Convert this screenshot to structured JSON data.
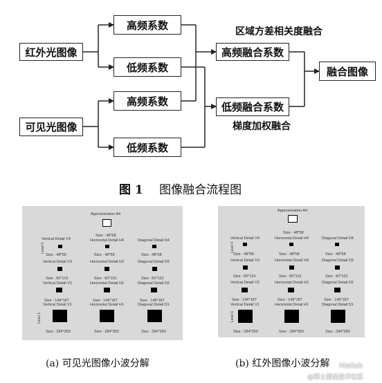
{
  "flowchart": {
    "ir_input": "红外光图像",
    "vis_input": "可见光图像",
    "high_coef_1": "高频系数",
    "low_coef_1": "低频系数",
    "high_coef_2": "高频系数",
    "low_coef_2": "低频系数",
    "high_fusion": "高频融合系数",
    "low_fusion": "低频融合系数",
    "fused_image": "融合图像",
    "high_rule": "区域方差相关度融合",
    "low_rule": "梯度加权融合"
  },
  "figure_caption": {
    "number": "图 1",
    "title": "图像融合流程图"
  },
  "panel_a": {
    "caption": "(a) 可见光图像小波分解",
    "approx_title": "Approximation A4",
    "size_48": "Size : 48*58",
    "size_82": "Size : 82*101",
    "size_149": "Size : 149*187",
    "size_284": "Size : 284*359",
    "vertical": [
      "Vertical Detail V4",
      "Vertical Detail V3",
      "Vertical Detail V2",
      "Vertical Detail V1"
    ],
    "horizontal": [
      "Horizontal Detail H4",
      "Horizontal Detail H3",
      "Horizontal Detail H2",
      "Horizontal Detail H1"
    ],
    "diagonal": [
      "Diagonal Detail D4",
      "Diagonal Detail D3",
      "Diagonal Detail D2",
      "Diagonal Detail D1"
    ],
    "level1": "Level 1",
    "level4": "Level 4"
  },
  "panel_b": {
    "caption": "(b) 红外图像小波分解",
    "approx_title": "Approximation A4",
    "size_48": "Size : 48*58",
    "size_82": "Size : 82*101",
    "size_149": "Size : 149*187",
    "size_284": "Size : 284*359",
    "vertical": [
      "Vertical Detail V4",
      "Vertical Detail V3",
      "Vertical Detail V2",
      "Vertical Detail V1"
    ],
    "horizontal": [
      "Horizontal Detail H4",
      "Horizontal Detail H3",
      "Horizontal Detail H2",
      "Horizontal Detail H1"
    ],
    "diagonal": [
      "Diagonal Detail D4",
      "Diagonal Detail D3",
      "Diagonal Detail D2",
      "Diagonal Detail D1"
    ],
    "level1": "Level 1",
    "level4": "Level 4"
  },
  "watermark": {
    "line1": "Matlab",
    "line2": "@稀土掘金技术社区"
  }
}
